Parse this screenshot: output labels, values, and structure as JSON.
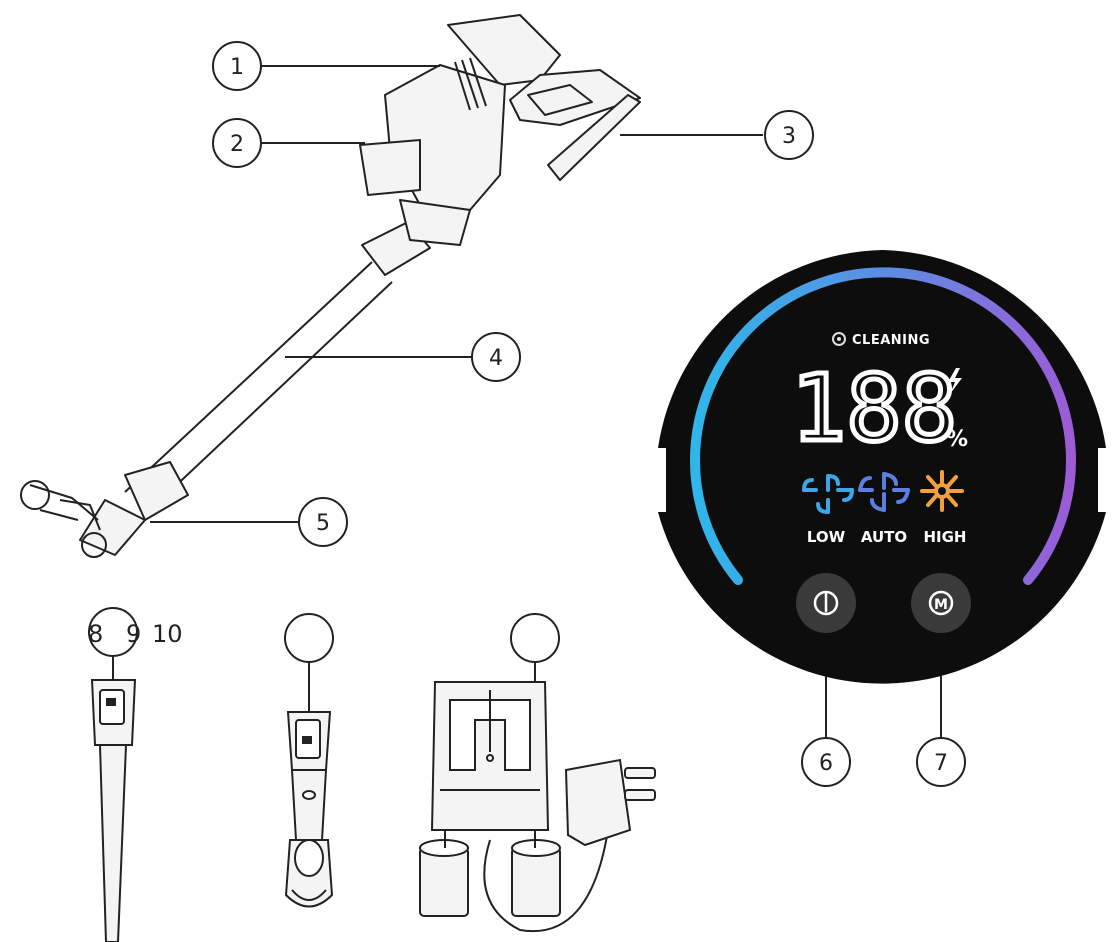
{
  "callouts": {
    "c1": "1",
    "c2": "2",
    "c3": "3",
    "c4": "4",
    "c5": "5",
    "c6": "6",
    "c7": "7",
    "c8": "",
    "c9": "",
    "c10": ""
  },
  "loose_numbers": {
    "n8": "8",
    "n9": "9",
    "n10": "10"
  },
  "panel": {
    "status": "CLEANING",
    "digits": "188",
    "percent": "%",
    "modes": [
      "LOW",
      "AUTO",
      "HIGH"
    ],
    "buttons": {
      "power": "power-icon",
      "mode": "mode-m-icon"
    },
    "colors": {
      "background": "#0d0d0d",
      "arc_start": "#2fb6ea",
      "arc_end": "#9b5cd6",
      "low_fan": "#3aa7e8",
      "auto_fan": "#5b7fe0",
      "high_fan": "#f2a03d",
      "button": "#3a3a3a"
    }
  },
  "mode_button_letter": "M"
}
